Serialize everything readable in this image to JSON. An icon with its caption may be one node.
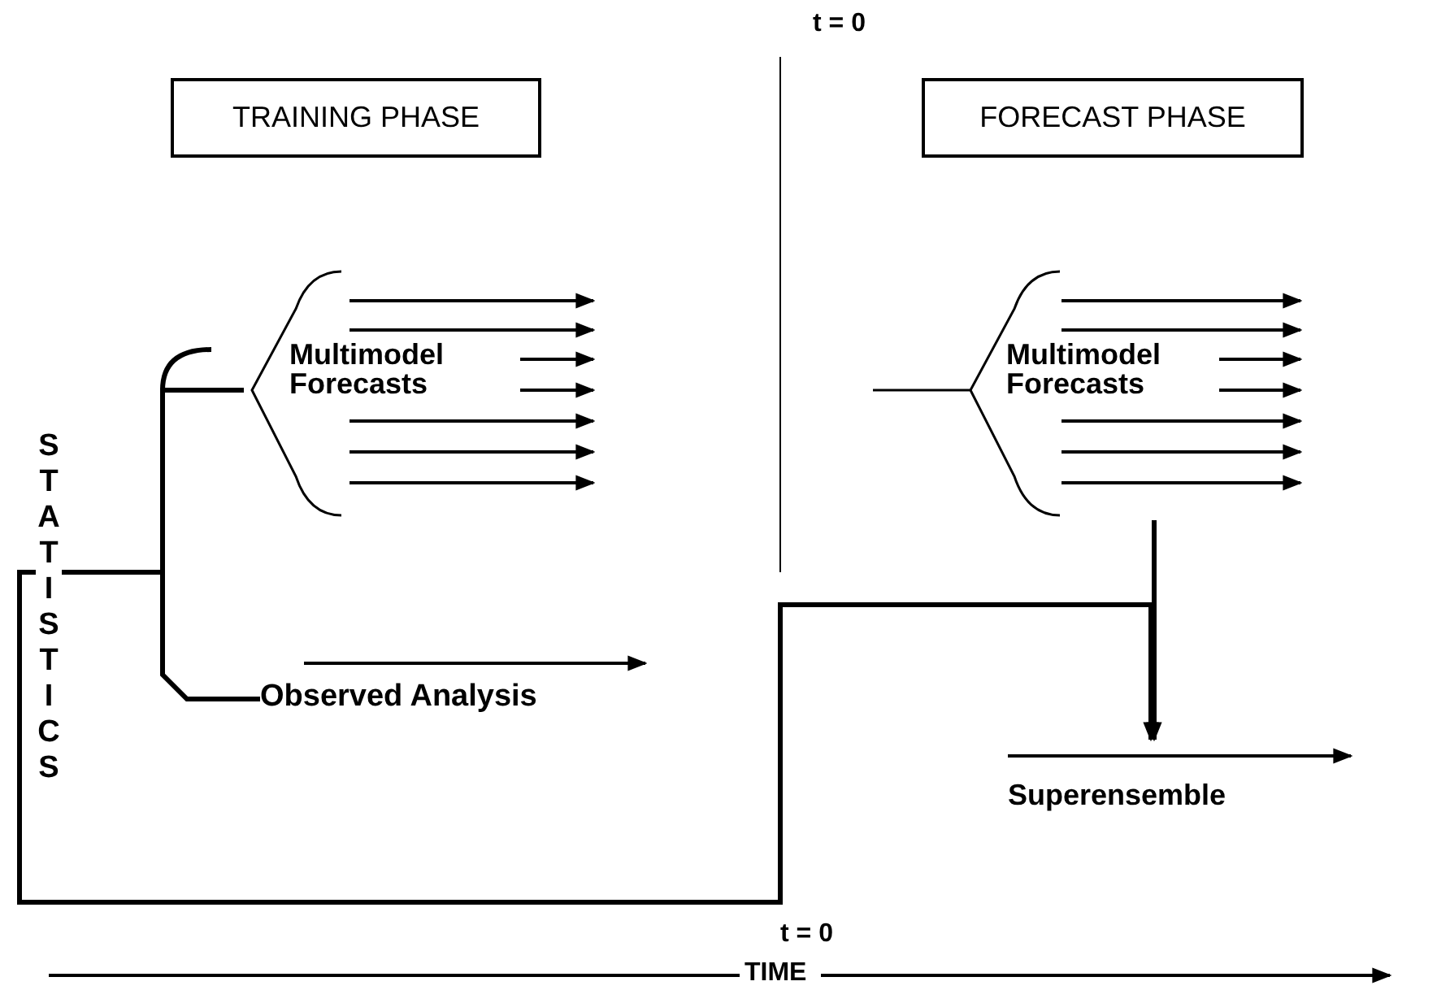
{
  "diagram": {
    "nodes": [
      {
        "text": [
          "TRAINING PHASE"
        ]
      },
      {
        "text": [
          "FORECAST PHASE"
        ]
      },
      {
        "text": [
          "Multimodel Forecasts"
        ]
      },
      {
        "text": [
          "Observed Analysis"
        ]
      },
      {
        "text": [
          "STATISTICS"
        ]
      },
      {
        "text": [
          "Multimodel Forecasts"
        ]
      },
      {
        "text": [
          "Superensemble"
        ]
      }
    ],
    "edges": [
      {
        "from": 2,
        "to": 4,
        "arrow": "none"
      },
      {
        "from": 3,
        "to": 4,
        "arrow": "none"
      },
      {
        "from": 4,
        "to": 6,
        "arrow": "to"
      },
      {
        "from": 5,
        "to": 6,
        "arrow": "to"
      }
    ],
    "labels": [
      "t = 0",
      "t = 0",
      "TIME"
    ]
  }
}
